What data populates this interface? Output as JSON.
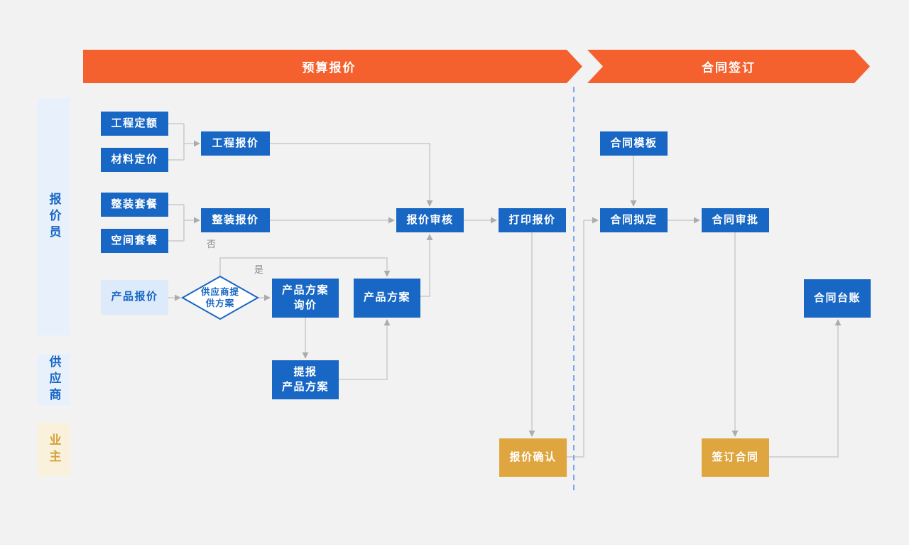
{
  "phases": [
    {
      "label": "预算报价"
    },
    {
      "label": "合同签订"
    }
  ],
  "lanes": [
    {
      "label": "报价员"
    },
    {
      "label": "供应商"
    },
    {
      "label": "业主"
    }
  ],
  "nodes": [
    {
      "label": "工程定额"
    },
    {
      "label": "材料定价"
    },
    {
      "label": "工程报价"
    },
    {
      "label": "整装套餐"
    },
    {
      "label": "空间套餐"
    },
    {
      "label": "整装报价"
    },
    {
      "label": "报价审核"
    },
    {
      "label": "打印报价"
    },
    {
      "label": "产品报价"
    },
    {
      "line1": "产品方案",
      "line2": "询价"
    },
    {
      "label": "产品方案"
    },
    {
      "line1": "提报",
      "line2": "产品方案"
    },
    {
      "label": "报价确认"
    },
    {
      "label": "合同模板"
    },
    {
      "label": "合同拟定"
    },
    {
      "label": "合同审批"
    },
    {
      "label": "合同台账"
    },
    {
      "label": "签订合同"
    }
  ],
  "decision": {
    "line1": "供应商提",
    "line2": "供方案"
  },
  "edge_labels": {
    "no": "否",
    "yes": "是"
  },
  "colors": {
    "phase_banner_orange": "#F4612E",
    "process_blue": "#1867C4",
    "highlight_gold": "#DFA640",
    "lane_blue_bg": "#E8F1FB",
    "lane_gold_bg": "#FAF1DC",
    "product_quote_light_bg": "#DCEAFA",
    "connector_gray": "#C9C9C9",
    "divider_dashed_blue": "#7FA8EC",
    "page_bg": "#F2F2F2"
  }
}
